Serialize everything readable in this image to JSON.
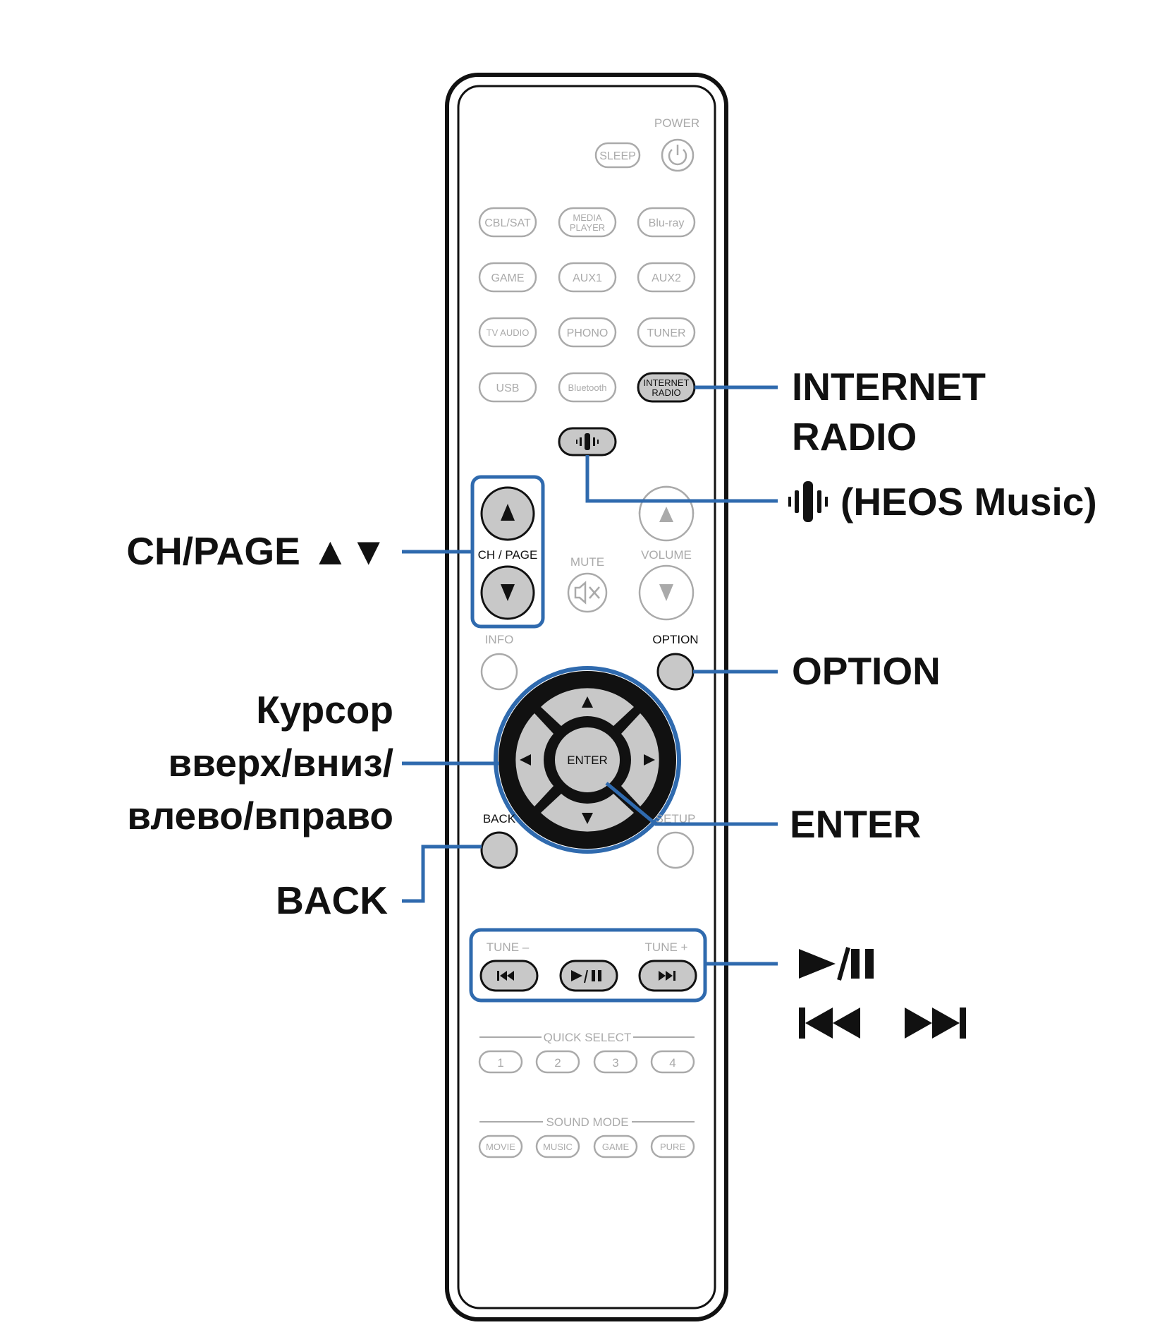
{
  "remote": {
    "power_label": "POWER",
    "sleep": "SLEEP",
    "sources": {
      "cbl_sat": "CBL/SAT",
      "media_player_1": "MEDIA",
      "media_player_2": "PLAYER",
      "bluray": "Blu-ray",
      "game": "GAME",
      "aux1": "AUX1",
      "aux2": "AUX2",
      "tv_audio": "TV AUDIO",
      "phono": "PHONO",
      "tuner": "TUNER",
      "usb": "USB",
      "bluetooth": "Bluetooth",
      "internet_radio_1": "INTERNET",
      "internet_radio_2": "RADIO"
    },
    "ch_page_label": "CH / PAGE",
    "mute_label": "MUTE",
    "volume_label": "VOLUME",
    "info_label": "INFO",
    "option_label": "OPTION",
    "enter": "ENTER",
    "back_label": "BACK",
    "setup_label": "SETUP",
    "tune_minus": "TUNE –",
    "tune_plus": "TUNE +",
    "quick_select_label": "QUICK SELECT",
    "quick_select": [
      "1",
      "2",
      "3",
      "4"
    ],
    "sound_mode_label": "SOUND MODE",
    "sound_modes": [
      "MOVIE",
      "MUSIC",
      "GAME",
      "PURE"
    ]
  },
  "callouts": {
    "internet_radio_1": "INTERNET",
    "internet_radio_2": "RADIO",
    "heos_music": "(HEOS Music)",
    "ch_page": "CH/PAGE ▲▼",
    "option": "OPTION",
    "cursor_1": "Курсор",
    "cursor_2": "вверх/вниз/",
    "cursor_3": "влево/вправо",
    "enter": "ENTER",
    "back": "BACK",
    "play_pause": "►/II",
    "skip": "I◄◄ ►►I"
  },
  "colors": {
    "highlight": "#2f6aae",
    "button_fill": "#c8c8c8",
    "outline_gray": "#aaaaaa"
  }
}
